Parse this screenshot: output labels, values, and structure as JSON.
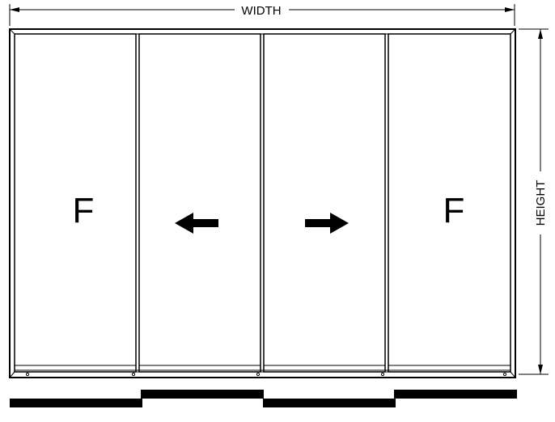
{
  "dimensions": {
    "width_label": "WIDTH",
    "height_label": "HEIGHT"
  },
  "panels": [
    {
      "type": "fixed",
      "label": "F"
    },
    {
      "type": "sliding",
      "direction": "left",
      "icon": "arrow-left-icon"
    },
    {
      "type": "sliding",
      "direction": "right",
      "icon": "arrow-right-icon"
    },
    {
      "type": "fixed",
      "label": "F"
    }
  ],
  "colors": {
    "line": "#000000",
    "background": "#ffffff"
  }
}
